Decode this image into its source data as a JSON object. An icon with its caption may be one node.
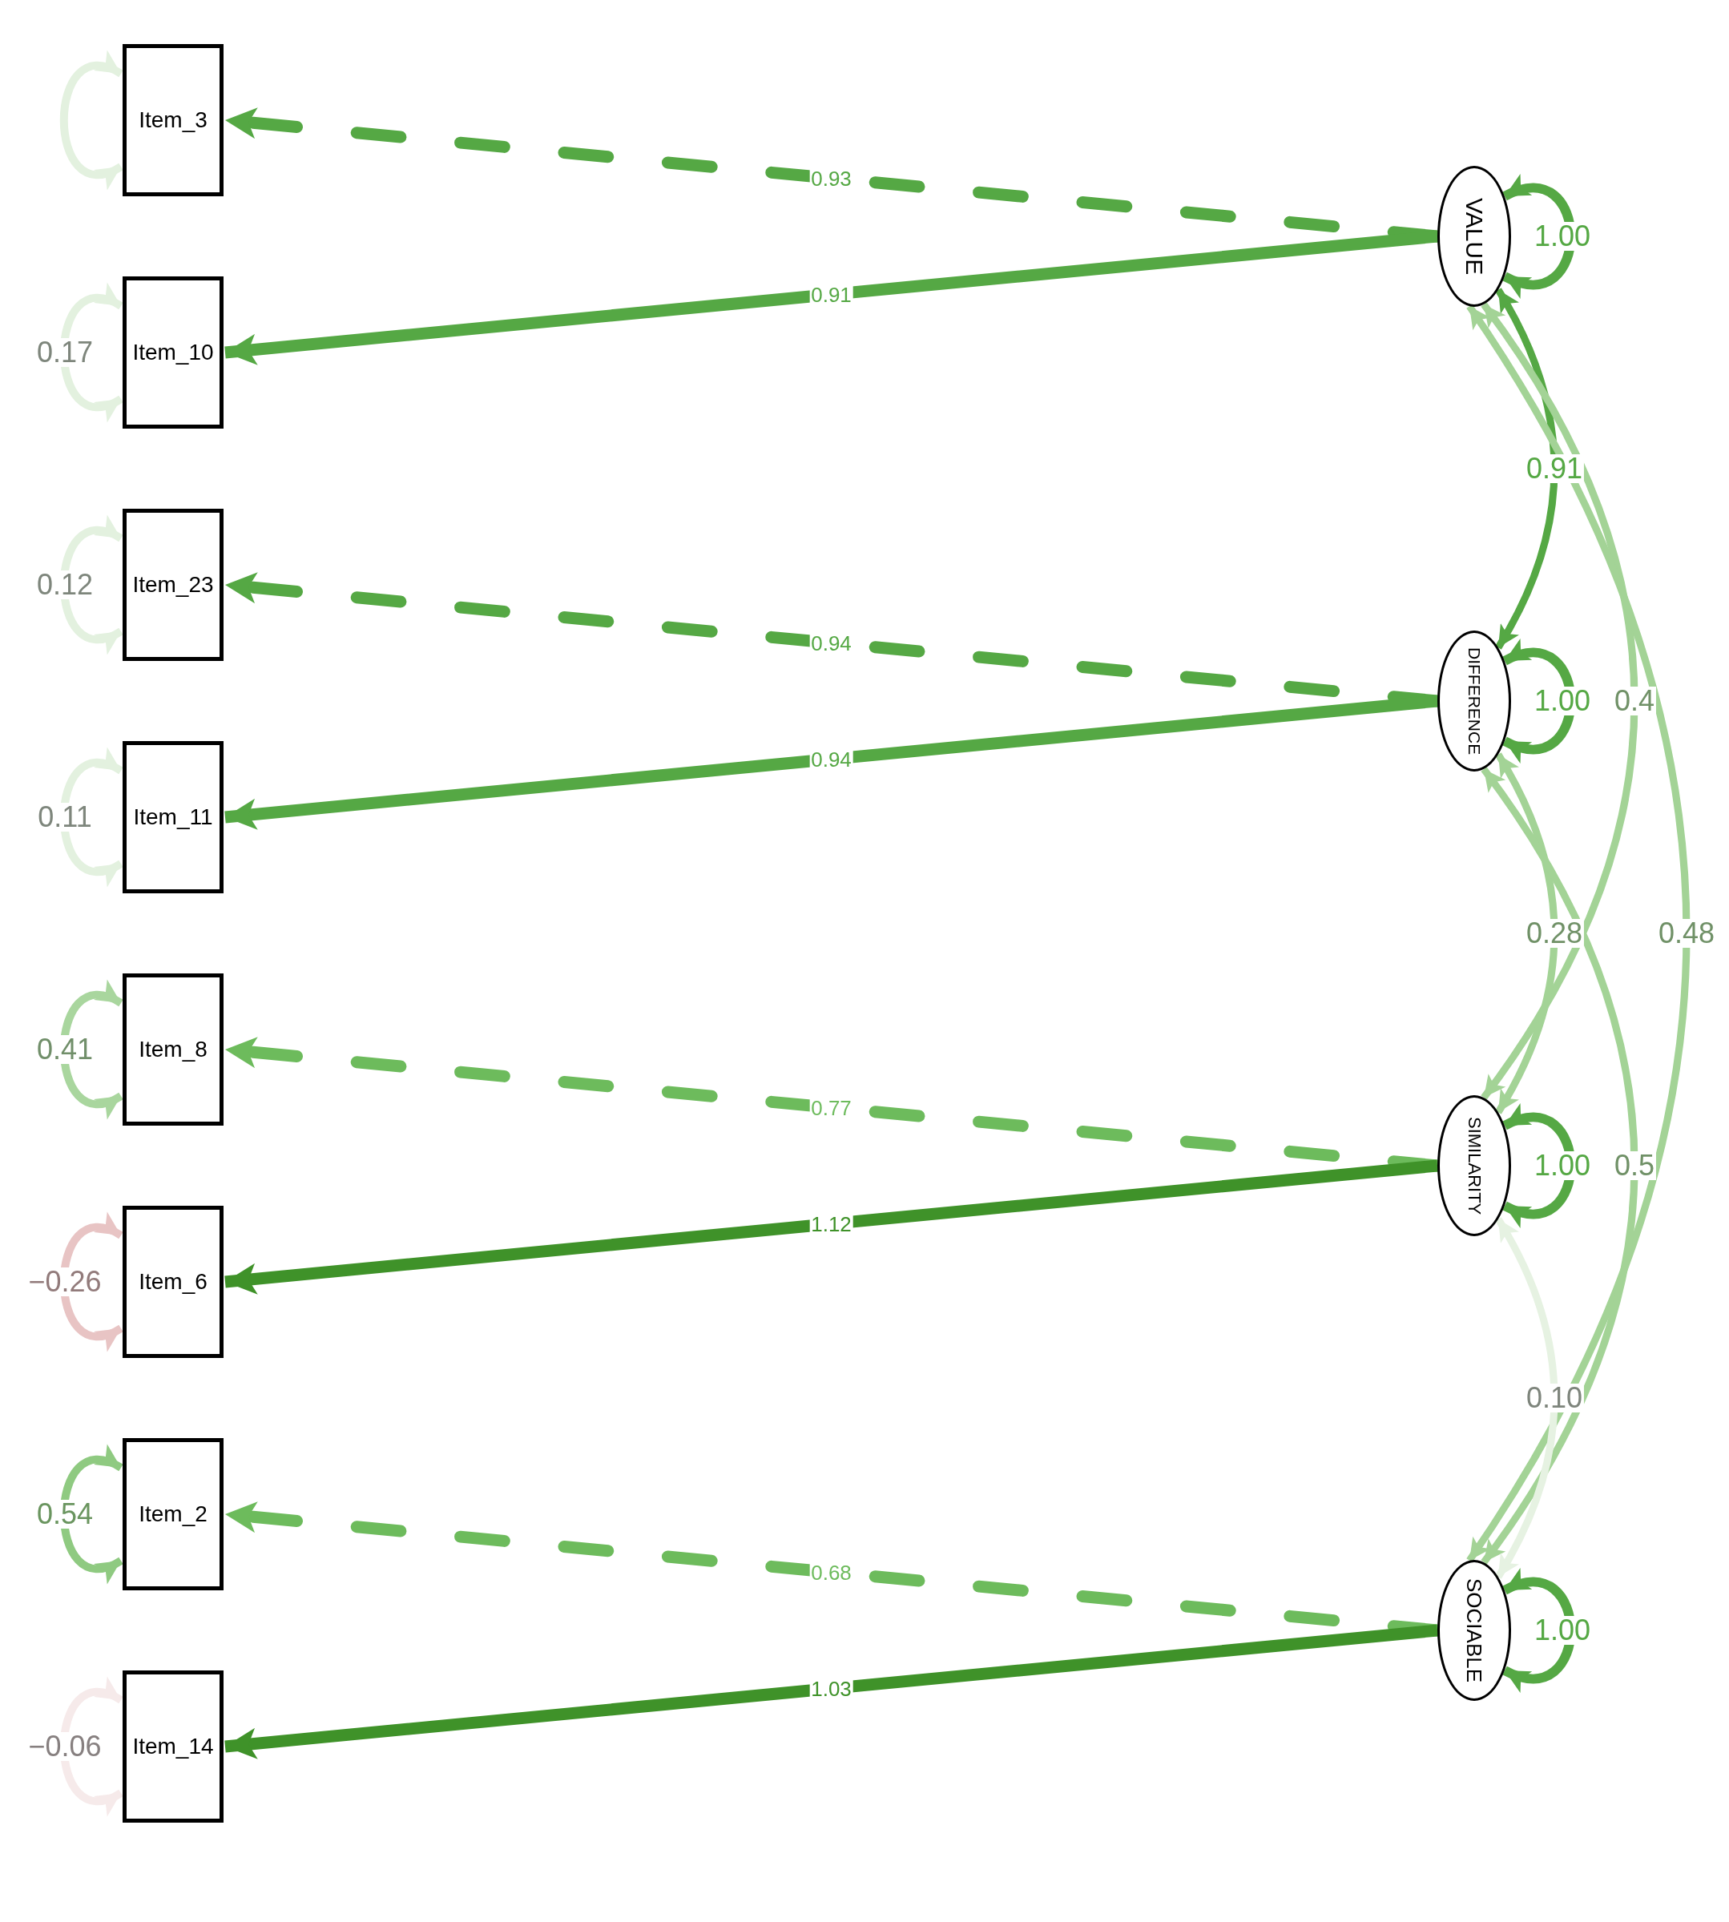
{
  "diagram": {
    "nodes": [
      {
        "text": [
          "Item_3"
        ]
      },
      {
        "text": [
          "Item_10"
        ]
      },
      {
        "text": [
          "Item_23"
        ]
      },
      {
        "text": [
          "Item_11"
        ]
      },
      {
        "text": [
          "Item_8"
        ]
      },
      {
        "text": [
          "Item_6"
        ]
      },
      {
        "text": [
          "Item_2"
        ]
      },
      {
        "text": [
          "Item_14"
        ]
      },
      {
        "text": [
          "VALUE"
        ]
      },
      {
        "text": [
          "DIFFERENCE"
        ]
      },
      {
        "text": [
          "SIMILARITY"
        ]
      },
      {
        "text": [
          "SOCIABLE"
        ]
      }
    ],
    "edges": [
      {
        "from": 8,
        "to": 0,
        "arrow": "to",
        "label": "0.93",
        "style": "dashed"
      },
      {
        "from": 8,
        "to": 1,
        "arrow": "to",
        "label": "0.91"
      },
      {
        "from": 9,
        "to": 2,
        "arrow": "to",
        "label": "0.94",
        "style": "dashed"
      },
      {
        "from": 9,
        "to": 3,
        "arrow": "to",
        "label": "0.94"
      },
      {
        "from": 10,
        "to": 4,
        "arrow": "to",
        "label": "0.77",
        "style": "dashed",
        "color": "#6dbb5c"
      },
      {
        "from": 10,
        "to": 5,
        "arrow": "to",
        "label": "1.12",
        "color": "#3f9229"
      },
      {
        "from": 11,
        "to": 6,
        "arrow": "to",
        "label": "0.68",
        "style": "dashed",
        "color": "#6dbb5c"
      },
      {
        "from": 11,
        "to": 7,
        "arrow": "to",
        "label": "1.03",
        "color": "#3f9229"
      },
      {
        "from": 8,
        "to": 9,
        "arrow": "both",
        "label": "0.91"
      },
      {
        "from": 8,
        "to": 10,
        "arrow": "both",
        "label": "0.4",
        "color": "#a3d396"
      },
      {
        "from": 9,
        "to": 10,
        "arrow": "both",
        "label": "0.28",
        "color": "#a3d396"
      },
      {
        "from": 8,
        "to": 11,
        "arrow": "both",
        "label": "0.48",
        "color": "#a3d396"
      },
      {
        "from": 9,
        "to": 11,
        "arrow": "both",
        "label": "0.5",
        "color": "#a3d396"
      },
      {
        "from": 10,
        "to": 11,
        "arrow": "both",
        "label": "0.10",
        "color": "#e6f2e2"
      },
      {
        "from": 8,
        "to": 8,
        "arrow": "both",
        "label": "1.00"
      },
      {
        "from": 9,
        "to": 9,
        "arrow": "both",
        "label": "1.00"
      },
      {
        "from": 10,
        "to": 10,
        "arrow": "both",
        "label": "1.00"
      },
      {
        "from": 11,
        "to": 11,
        "arrow": "both",
        "label": "1.00"
      },
      {
        "from": 0,
        "to": 0,
        "arrow": "both",
        "color": "#e3f1df"
      },
      {
        "from": 1,
        "to": 1,
        "arrow": "both",
        "label": "0.17",
        "color": "#e3f1df"
      },
      {
        "from": 2,
        "to": 2,
        "arrow": "both",
        "label": "0.12",
        "color": "#e3f1df"
      },
      {
        "from": 3,
        "to": 3,
        "arrow": "both",
        "label": "0.11",
        "color": "#e3f1df"
      },
      {
        "from": 4,
        "to": 4,
        "arrow": "both",
        "label": "0.41",
        "color": "#a9d69e"
      },
      {
        "from": 5,
        "to": 5,
        "arrow": "both",
        "label": "−0.26",
        "color": "#e8c4c4"
      },
      {
        "from": 6,
        "to": 6,
        "arrow": "both",
        "label": "0.54",
        "color": "#8fca81"
      },
      {
        "from": 7,
        "to": 7,
        "arrow": "both",
        "label": "−0.06",
        "color": "#f6eaea"
      }
    ]
  }
}
